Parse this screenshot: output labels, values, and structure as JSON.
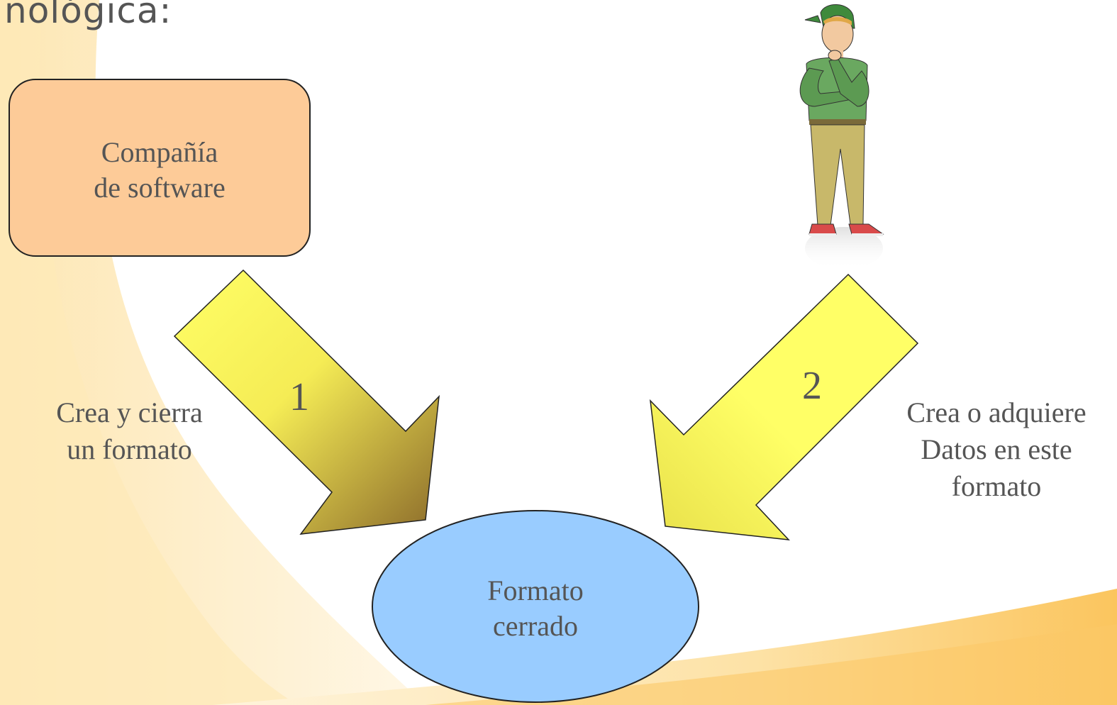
{
  "title": "nológica:",
  "nodes": {
    "company": {
      "label": "Compañía\nde software"
    },
    "format": {
      "label": "Formato\ncerrado"
    }
  },
  "edges": [
    {
      "number": "1",
      "label": "Crea y cierra\nun formato"
    },
    {
      "number": "2",
      "label": "Crea o adquiere\nDatos en este\nformato"
    }
  ],
  "colors": {
    "company_fill": "#fdcb98",
    "format_fill": "#99ccff",
    "arrow_light": "#ffff66",
    "arrow_dark": "#8b6a2a",
    "text": "#555555"
  },
  "icons": [
    "thinking-person-illustration"
  ]
}
